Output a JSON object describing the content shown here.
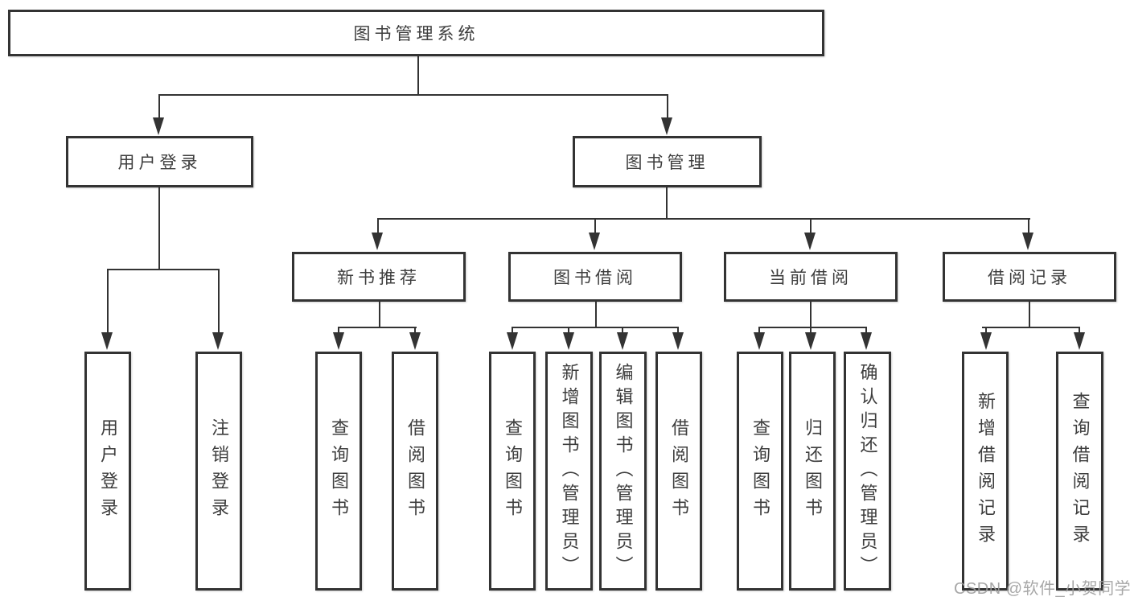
{
  "diagram_type": "hierarchy-tree",
  "tree": {
    "label": "图书管理系统",
    "children": [
      {
        "label": "用户登录",
        "children": [
          {
            "label": "用户登录"
          },
          {
            "label": "注销登录"
          }
        ]
      },
      {
        "label": "图书管理",
        "children": [
          {
            "label": "新书推荐",
            "children": [
              {
                "label": "查询图书"
              },
              {
                "label": "借阅图书"
              }
            ]
          },
          {
            "label": "图书借阅",
            "children": [
              {
                "label": "查询图书"
              },
              {
                "label": "新增图书（管理员）"
              },
              {
                "label": "编辑图书（管理员）"
              },
              {
                "label": "借阅图书"
              }
            ]
          },
          {
            "label": "当前借阅",
            "children": [
              {
                "label": "查询图书"
              },
              {
                "label": "归还图书"
              },
              {
                "label": "确认归还（管理员）"
              }
            ]
          },
          {
            "label": "借阅记录",
            "children": [
              {
                "label": "新增借阅记录"
              },
              {
                "label": "查询借阅记录"
              }
            ]
          }
        ]
      }
    ]
  },
  "watermark": {
    "text": "CSDN @软件_小贺同学"
  },
  "colors": {
    "line": "#333333",
    "text": "#3d3d3d",
    "watermark": "#9e9e9e",
    "background": "#ffffff"
  }
}
